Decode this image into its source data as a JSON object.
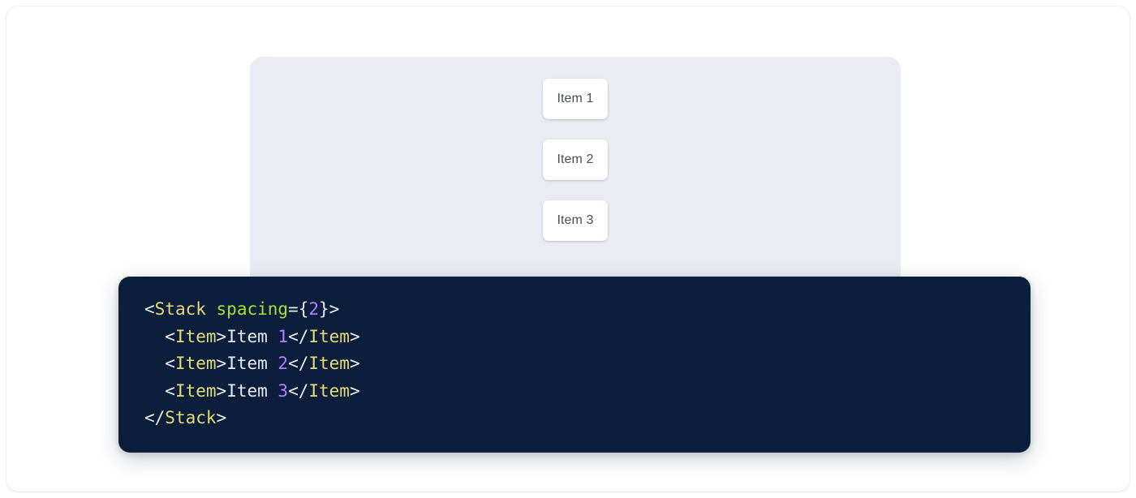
{
  "preview": {
    "label": "component-preview",
    "background_color": "#e9ecf2",
    "items": [
      {
        "label": "Item 1"
      },
      {
        "label": "Item 2"
      },
      {
        "label": "Item 3"
      }
    ]
  },
  "code": {
    "language": "jsx",
    "background_color": "#0b1e3c",
    "colors": {
      "tag": "#e6db74",
      "attribute": "#a6e22e",
      "number": "#ae81ff",
      "punctuation": "#e9ecf1",
      "text": "#e9ecf1"
    },
    "lines": [
      {
        "indent": "",
        "tokens": [
          {
            "type": "punct",
            "text": "<"
          },
          {
            "type": "tag",
            "text": "Stack"
          },
          {
            "type": "punct",
            "text": " "
          },
          {
            "type": "attr",
            "text": "spacing"
          },
          {
            "type": "punct",
            "text": "={"
          },
          {
            "type": "number",
            "text": "2"
          },
          {
            "type": "punct",
            "text": "}>"
          }
        ]
      },
      {
        "indent": "  ",
        "tokens": [
          {
            "type": "punct",
            "text": "<"
          },
          {
            "type": "tag",
            "text": "Item"
          },
          {
            "type": "punct",
            "text": ">"
          },
          {
            "type": "text",
            "text": "Item "
          },
          {
            "type": "number",
            "text": "1"
          },
          {
            "type": "punct",
            "text": "</"
          },
          {
            "type": "tag",
            "text": "Item"
          },
          {
            "type": "punct",
            "text": ">"
          }
        ]
      },
      {
        "indent": "  ",
        "tokens": [
          {
            "type": "punct",
            "text": "<"
          },
          {
            "type": "tag",
            "text": "Item"
          },
          {
            "type": "punct",
            "text": ">"
          },
          {
            "type": "text",
            "text": "Item "
          },
          {
            "type": "number",
            "text": "2"
          },
          {
            "type": "punct",
            "text": "</"
          },
          {
            "type": "tag",
            "text": "Item"
          },
          {
            "type": "punct",
            "text": ">"
          }
        ]
      },
      {
        "indent": "  ",
        "tokens": [
          {
            "type": "punct",
            "text": "<"
          },
          {
            "type": "tag",
            "text": "Item"
          },
          {
            "type": "punct",
            "text": ">"
          },
          {
            "type": "text",
            "text": "Item "
          },
          {
            "type": "number",
            "text": "3"
          },
          {
            "type": "punct",
            "text": "</"
          },
          {
            "type": "tag",
            "text": "Item"
          },
          {
            "type": "punct",
            "text": ">"
          }
        ]
      },
      {
        "indent": "",
        "tokens": [
          {
            "type": "punct",
            "text": "</"
          },
          {
            "type": "tag",
            "text": "Stack"
          },
          {
            "type": "punct",
            "text": ">"
          }
        ]
      }
    ]
  }
}
